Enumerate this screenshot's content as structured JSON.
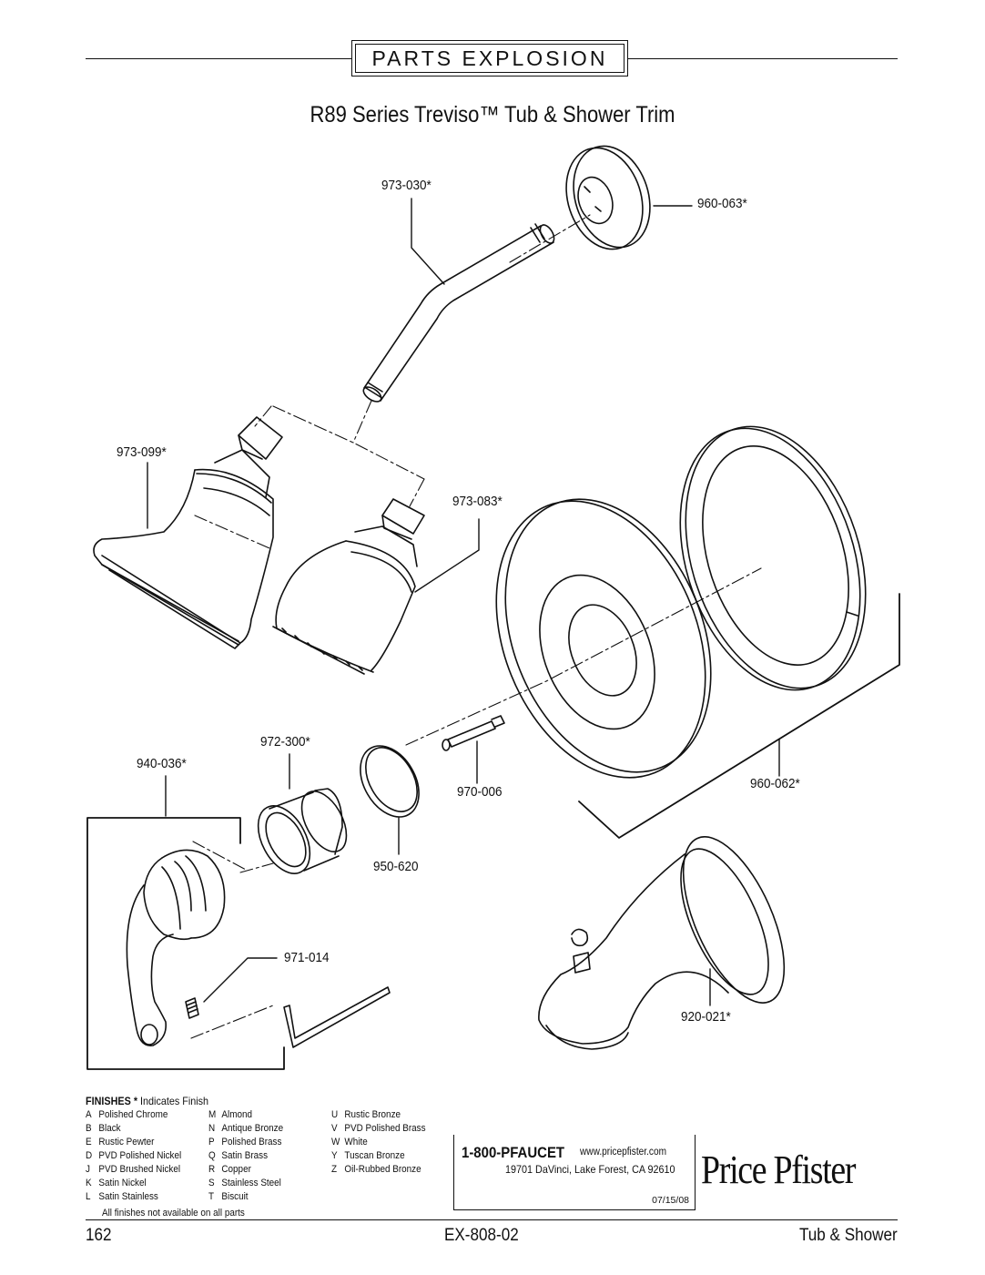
{
  "header": {
    "section": "PARTS EXPLOSION"
  },
  "title": "R89 Series Treviso™ Tub & Shower Trim",
  "parts": {
    "shower_arm": "973-030*",
    "arm_flange": "960-063*",
    "showerhead_1": "973-099*",
    "showerhead_2": "973-083*",
    "escutcheon": "960-062*",
    "cartridge": "970-006",
    "sleeve": "972-300*",
    "o_ring": "950-620",
    "handle": "940-036*",
    "set_screw": "971-014",
    "tub_spout": "920-021*"
  },
  "finishes": {
    "heading": "FINISHES",
    "note_mark": "*",
    "note_text": "Indicates Finish",
    "col1": [
      {
        "code": "A",
        "name": "Polished Chrome"
      },
      {
        "code": "B",
        "name": "Black"
      },
      {
        "code": "E",
        "name": "Rustic Pewter"
      },
      {
        "code": "D",
        "name": "PVD Polished Nickel"
      },
      {
        "code": "J",
        "name": "PVD Brushed Nickel"
      },
      {
        "code": "K",
        "name": "Satin Nickel"
      },
      {
        "code": "L",
        "name": "Satin Stainless"
      }
    ],
    "col2": [
      {
        "code": "M",
        "name": "Almond"
      },
      {
        "code": "N",
        "name": "Antique Bronze"
      },
      {
        "code": "P",
        "name": "Polished Brass"
      },
      {
        "code": "Q",
        "name": "Satin Brass"
      },
      {
        "code": "R",
        "name": "Copper"
      },
      {
        "code": "S",
        "name": "Stainless Steel"
      },
      {
        "code": "T",
        "name": "Biscuit"
      }
    ],
    "col3": [
      {
        "code": "U",
        "name": "Rustic Bronze"
      },
      {
        "code": "V",
        "name": "PVD Polished Brass"
      },
      {
        "code": "W",
        "name": "White"
      },
      {
        "code": "Y",
        "name": "Tuscan Bronze"
      },
      {
        "code": "Z",
        "name": "Oil-Rubbed Bronze"
      }
    ],
    "footnote": "All finishes not available on all parts"
  },
  "contact": {
    "phone": "1-800-PFAUCET",
    "website": "www.pricepfister.com",
    "address": "19701 DaVinci, Lake Forest, CA  92610",
    "date": "07/15/08"
  },
  "brand": "Price Pfister",
  "footer": {
    "page": "162",
    "doc_code": "EX-808-02",
    "category": "Tub & Shower"
  }
}
